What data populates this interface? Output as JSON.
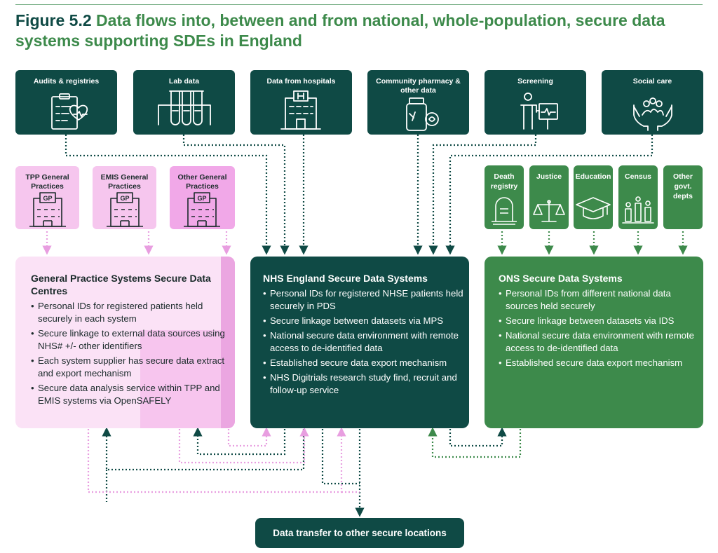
{
  "figure": {
    "number": "Figure 5.2",
    "title": "Data flows into, between and from national, whole-population, secure data systems supporting SDEs in England"
  },
  "sources": [
    {
      "label": "Audits & registries",
      "icon": "clipboard-heart-icon"
    },
    {
      "label": "Lab data",
      "icon": "test-tubes-icon"
    },
    {
      "label": "Data from hospitals",
      "icon": "hospital-icon"
    },
    {
      "label": "Community pharmacy & other data",
      "icon": "pill-bottle-icon"
    },
    {
      "label": "Screening",
      "icon": "screening-icon"
    },
    {
      "label": "Social care",
      "icon": "hands-people-icon"
    }
  ],
  "practices": [
    {
      "label": "TPP General Practices",
      "icon": "gp-building-icon"
    },
    {
      "label": "EMIS General Practices",
      "icon": "gp-building-icon"
    },
    {
      "label": "Other General Practices",
      "icon": "gp-building-icon"
    }
  ],
  "national": [
    {
      "label": "Death registry",
      "icon": "gravestone-icon"
    },
    {
      "label": "Justice",
      "icon": "scales-icon"
    },
    {
      "label": "Education",
      "icon": "graduation-cap-icon"
    },
    {
      "label": "Census",
      "icon": "census-people-icon"
    },
    {
      "label": "Other govt. depts",
      "icon": ""
    }
  ],
  "panels": {
    "gp": {
      "title": "General Practice Systems Secure Data Centres",
      "bullets": [
        "Personal IDs for registered patients held securely in each system",
        "Secure linkage to external data sources using NHS# +/- other identifiers",
        "Each system supplier has secure data extract and export mechanism",
        "Secure data analysis service within TPP and EMIS systems via OpenSAFELY"
      ]
    },
    "nhs": {
      "title": "NHS England Secure Data Systems",
      "bullets": [
        "Personal IDs for registered NHSE patients held securely in PDS",
        "Secure linkage between datasets via MPS",
        "National secure data environment with remote access to de-identified data",
        "Established secure data export mechanism",
        "NHS Digitrials research study find, recruit and follow-up service"
      ]
    },
    "ons": {
      "title": "ONS Secure Data Systems",
      "bullets": [
        "Personal IDs from different national data sources held securely",
        "Secure linkage between datasets via IDS",
        "National secure data environment with remote access to de-identified data",
        "Established secure data export mechanism"
      ]
    }
  },
  "transfer": {
    "label": "Data transfer to other secure locations"
  },
  "colors": {
    "dark_teal": "#0f4a45",
    "green": "#3d8a4b",
    "pink": "#f6c6ee",
    "pink_dark": "#eba6e1",
    "pink_light": "#fbe2f6",
    "pink_arrow": "#e89ee0"
  }
}
